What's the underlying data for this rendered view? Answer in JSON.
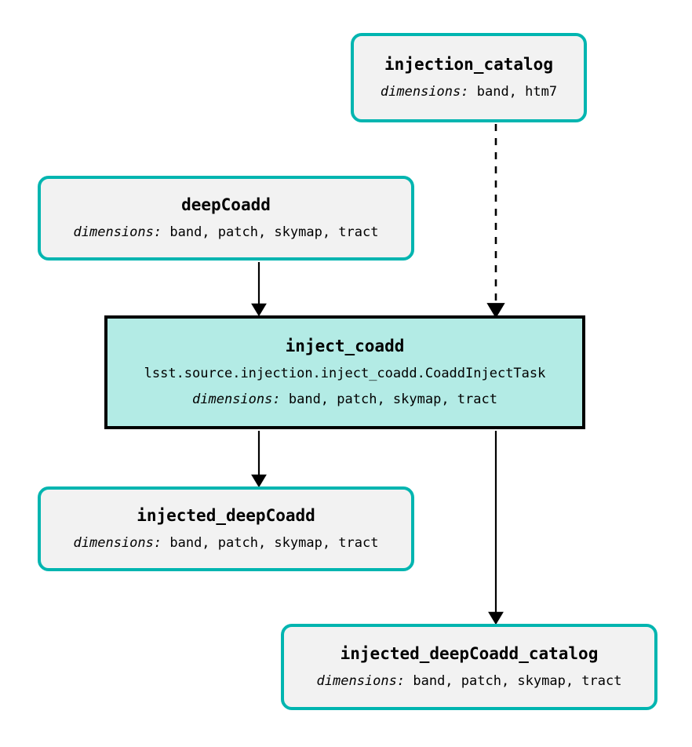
{
  "diagram": {
    "type": "pipeline-dag",
    "background_color": "#ffffff",
    "dataset_border_color": "#00b5b0",
    "dataset_fill_color": "#f2f2f2",
    "task_border_color": "#000000",
    "task_fill_color": "#b3ebe5",
    "edge_color": "#000000",
    "dimensions_label": "dimensions:"
  },
  "nodes": [
    {
      "id": "injection_catalog",
      "kind": "dataset",
      "title": "injection_catalog",
      "dims_key": "dimensions:",
      "dims_value": "band, htm7"
    },
    {
      "id": "deepCoadd",
      "kind": "dataset",
      "title": "deepCoadd",
      "dims_key": "dimensions:",
      "dims_value": "band, patch, skymap, tract"
    },
    {
      "id": "inject_coadd",
      "kind": "task",
      "title": "inject_coadd",
      "class_path": "lsst.source.injection.inject_coadd.CoaddInjectTask",
      "dims_key": "dimensions:",
      "dims_value": "band, patch, skymap, tract"
    },
    {
      "id": "injected_deepCoadd",
      "kind": "dataset",
      "title": "injected_deepCoadd",
      "dims_key": "dimensions:",
      "dims_value": "band, patch, skymap, tract"
    },
    {
      "id": "injected_deepCoadd_catalog",
      "kind": "dataset",
      "title": "injected_deepCoadd_catalog",
      "dims_key": "dimensions:",
      "dims_value": "band, patch, skymap, tract"
    }
  ],
  "edges": [
    {
      "from": "injection_catalog",
      "to": "inject_coadd",
      "style": "dashed"
    },
    {
      "from": "deepCoadd",
      "to": "inject_coadd",
      "style": "solid"
    },
    {
      "from": "inject_coadd",
      "to": "injected_deepCoadd",
      "style": "solid"
    },
    {
      "from": "inject_coadd",
      "to": "injected_deepCoadd_catalog",
      "style": "solid"
    }
  ]
}
